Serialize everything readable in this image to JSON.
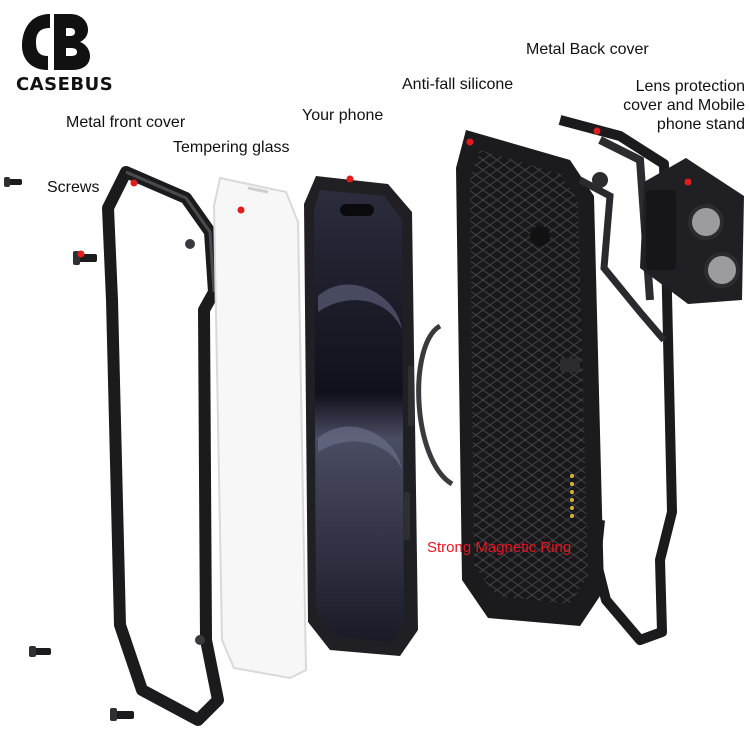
{
  "brand": {
    "name": "CASEBUS",
    "logo_icon": "casebus-logo-icon"
  },
  "colors": {
    "marker": "#e01c1c",
    "magnet_label": "#e8141e",
    "metal": "#1b1b1d",
    "metal_highlight": "#4a4a4e",
    "glass": "#f5f5f5",
    "screen": "#1d1e2b"
  },
  "callouts": {
    "screws": "Screws",
    "metal_front_cover": "Metal front cover",
    "tempering_glass": "Tempering glass",
    "your_phone": "Your phone",
    "anti_fall_silicone": "Anti-fall silicone",
    "metal_back_cover": "Metal Back cover",
    "lens_protection_lines": [
      "Lens protection",
      "cover and Mobile",
      "phone stand"
    ],
    "strong_magnetic_ring": "Strong Magnetic Ring"
  }
}
